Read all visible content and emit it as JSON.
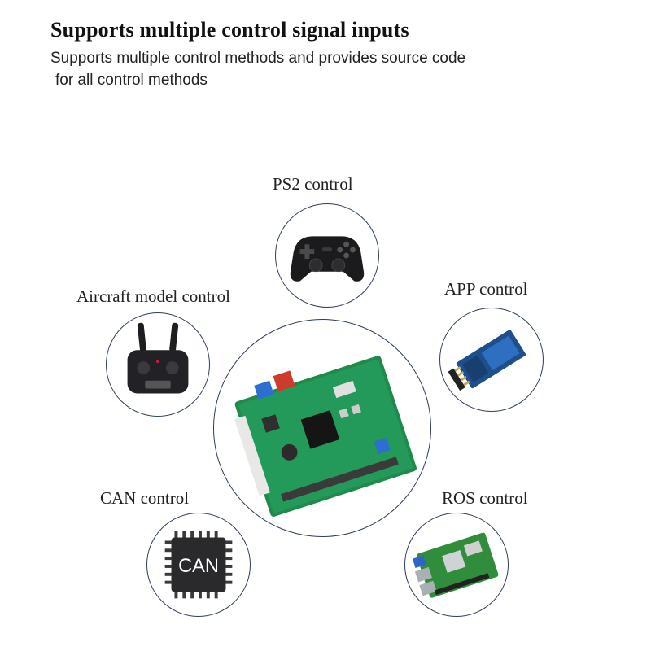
{
  "header": {
    "title": "Supports multiple control signal inputs",
    "subtitle_line1": "Supports multiple control methods and provides source code",
    "subtitle_line2": "for all control methods"
  },
  "controls": {
    "ps2": {
      "label": "PS2 control",
      "icon": "gamepad-icon"
    },
    "aircraft": {
      "label": "Aircraft model control",
      "icon": "rc-transmitter-icon"
    },
    "app": {
      "label": "APP control",
      "icon": "bluetooth-module-icon"
    },
    "can": {
      "label": "CAN control",
      "icon": "can-chip-icon",
      "chip_text": "CAN"
    },
    "ros": {
      "label": "ROS control",
      "icon": "raspberry-pi-icon"
    },
    "center": {
      "icon": "controller-board-icon"
    }
  },
  "colors": {
    "circle_border": "#2c3e5c",
    "pcb_green": "#1f8a4a"
  }
}
